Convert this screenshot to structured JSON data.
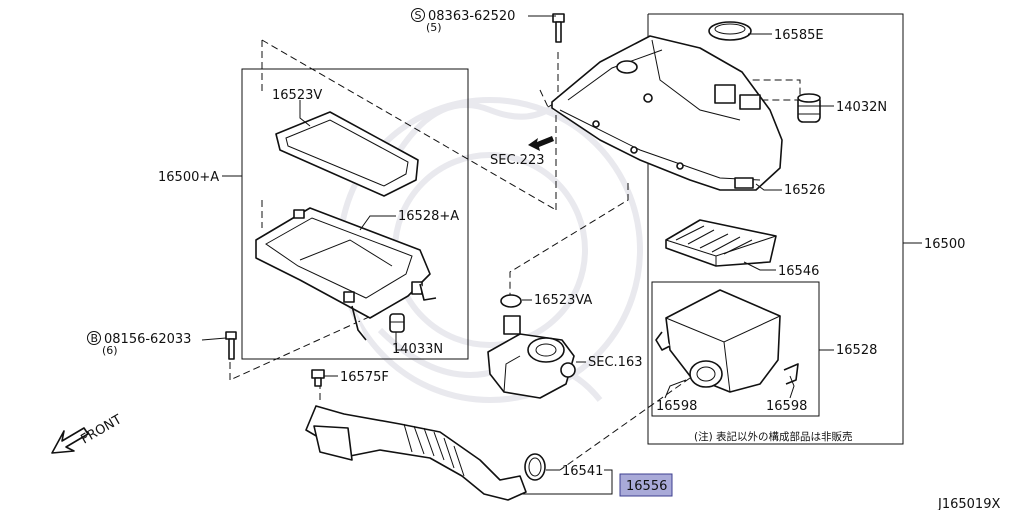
{
  "parts": [
    {
      "id": "p_08363",
      "label": "08363-62520",
      "prefix_symbol": "S",
      "qty": "(5)"
    },
    {
      "id": "p_16585E",
      "label": "16585E"
    },
    {
      "id": "p_14032N",
      "label": "14032N"
    },
    {
      "id": "p_16523V",
      "label": "16523V"
    },
    {
      "id": "p_16500A",
      "label": "16500+A"
    },
    {
      "id": "p_16528A",
      "label": "16528+A"
    },
    {
      "id": "p_sec223",
      "label": "SEC.223"
    },
    {
      "id": "p_16526",
      "label": "16526"
    },
    {
      "id": "p_16500",
      "label": "16500"
    },
    {
      "id": "p_16546",
      "label": "16546"
    },
    {
      "id": "p_16523VA",
      "label": "16523VA"
    },
    {
      "id": "p_08156",
      "label": "08156-62033",
      "prefix_symbol": "B",
      "qty": "(6)"
    },
    {
      "id": "p_14033N",
      "label": "14033N"
    },
    {
      "id": "p_sec163",
      "label": "SEC.163"
    },
    {
      "id": "p_16528",
      "label": "16528"
    },
    {
      "id": "p_16575F",
      "label": "16575F"
    },
    {
      "id": "p_16598a",
      "label": "16598"
    },
    {
      "id": "p_16598b",
      "label": "16598"
    },
    {
      "id": "p_16541",
      "label": "16541"
    },
    {
      "id": "p_16556",
      "label": "16556",
      "highlighted": true
    }
  ],
  "note": "(注) 表記以外の構成部品は非販売",
  "front_label": "FRONT",
  "diagram_code": "J165019X",
  "colors": {
    "highlight": "#a9aad8",
    "line": "#111111"
  }
}
